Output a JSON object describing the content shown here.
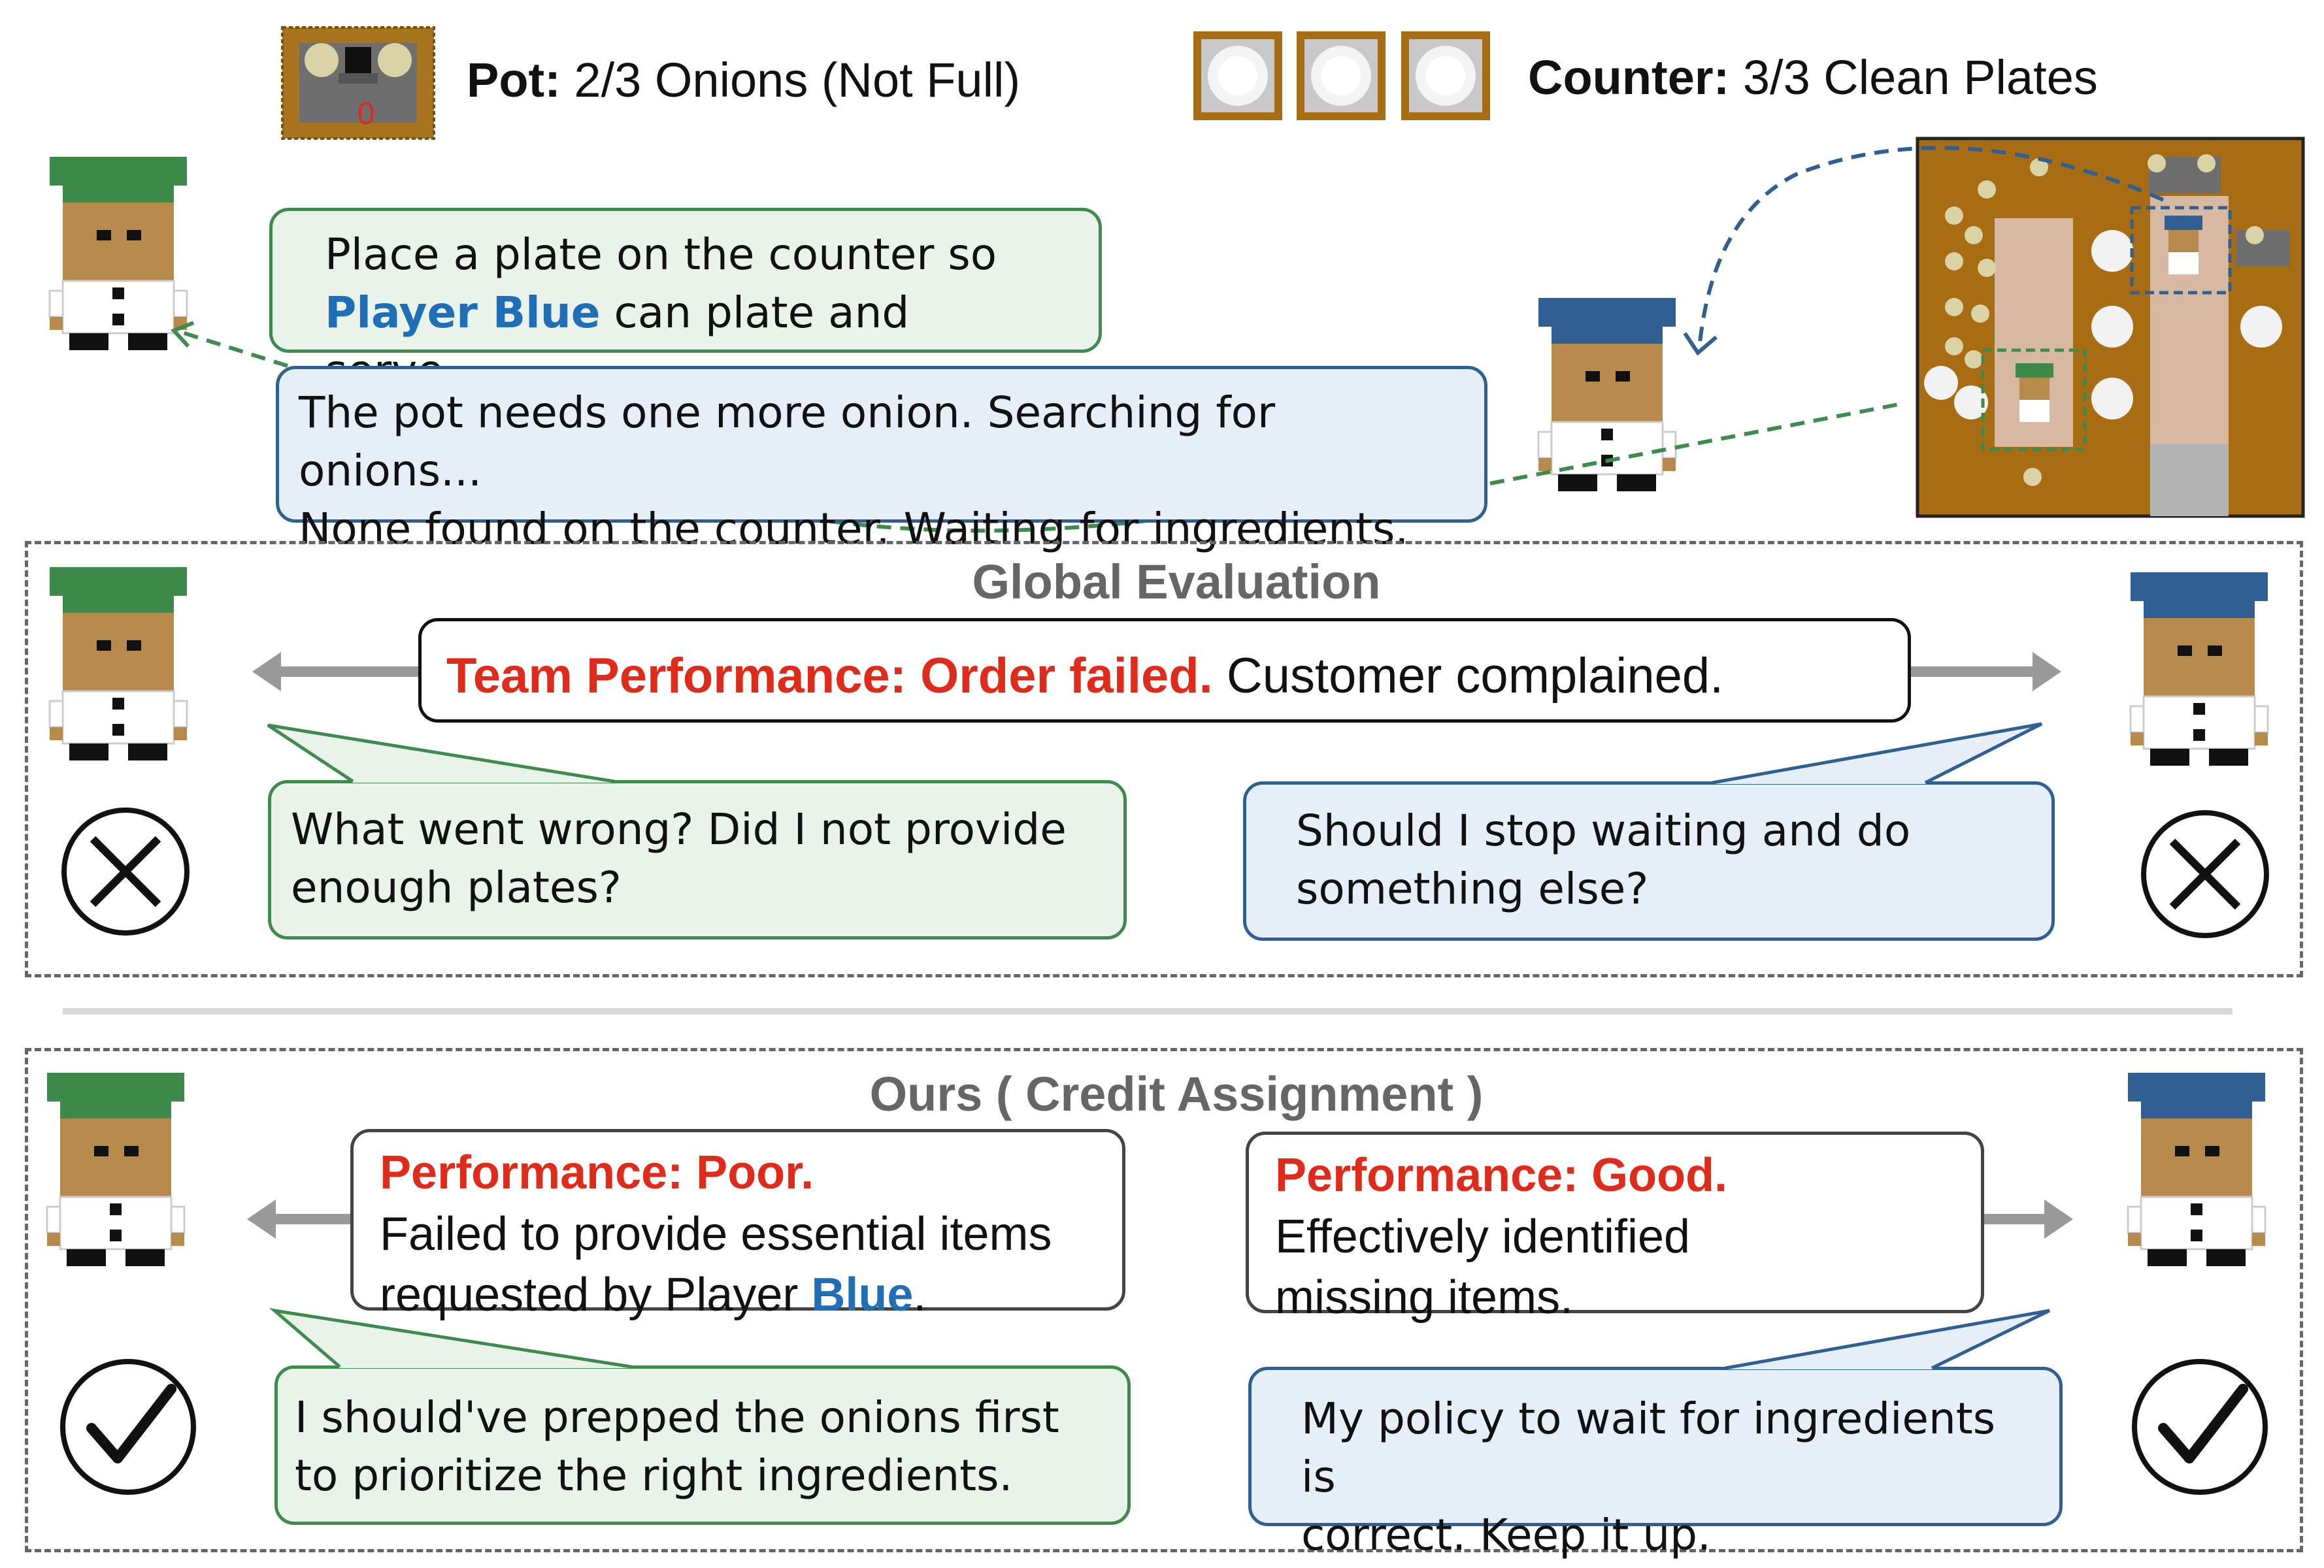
{
  "legend": {
    "pot_label": "Pot:",
    "pot_value": "2/3 Onions (Not Full)",
    "pot_counter": "0",
    "counter_label": "Counter:",
    "counter_value": "3/3 Clean Plates"
  },
  "top": {
    "green_line1": "Place a plate on the counter so",
    "green_blue_word": "Player Blue",
    "green_line2_rest": " can plate and serve.",
    "blue_line1": "The pot needs one more onion. Searching for onions...",
    "blue_line2": "None found on the counter. Waiting for ingredients."
  },
  "global": {
    "title": "Global Evaluation",
    "team_label": "Team Performance: Order failed.",
    "team_rest": " Customer complained.",
    "green_q1": "What went wrong? Did I not provide",
    "green_q2": "enough plates?",
    "blue_q1": "Should I stop waiting and do",
    "blue_q2": "something else?"
  },
  "ours": {
    "title": "Ours ( Credit Assignment )",
    "left_perf": "Performance: Poor.",
    "left_l1": "Failed to provide essential items",
    "left_l2_pre": "requested by Player ",
    "left_l2_blue": "Blue",
    "left_l2_post": ".",
    "right_perf": "Performance: Good.",
    "right_l1": "Effectively identified",
    "right_l2": "missing items.",
    "green_r1": "I should've prepped the onions first",
    "green_r2": "to prioritize the right ingredients.",
    "blue_r1": "My policy to wait for ingredients is",
    "blue_r2": "correct. Keep it up."
  },
  "colors": {
    "green_hat": "#3f8a4e",
    "blue_hat": "#2f5f93",
    "fail": "#e02a1a",
    "player_blue": "#1f6fb8"
  },
  "icons": [
    "pot-icon",
    "plate-icon",
    "chef-green-icon",
    "chef-blue-icon",
    "cross-icon",
    "check-icon",
    "arrow-icon",
    "kitchen-map-icon"
  ]
}
